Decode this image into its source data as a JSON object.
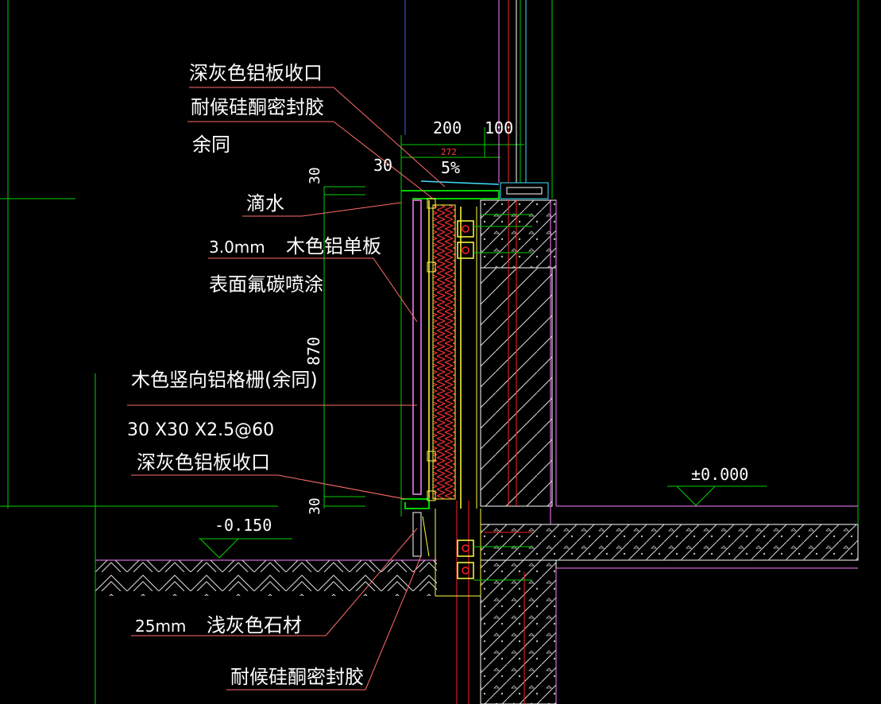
{
  "colors": {
    "background": "#000000",
    "text": "#ffffff",
    "leader": "#ff6b6b",
    "green": "#00d000",
    "magenta": "#ff80ff",
    "red": "#ff2020",
    "yellow": "#ffff40",
    "blue": "#4060ff",
    "cyan": "#40e0ff",
    "hatch": "#e0e0e0"
  },
  "labels": {
    "top_trim": "深灰色铝板收口",
    "sealant_top": "耐候硅酮密封胶",
    "same_elsewhere": "余同",
    "drip": "滴水",
    "panel_thickness": "3.0mm",
    "panel_type": "木色铝单板",
    "panel_finish": "表面氟碳喷涂",
    "grille": "木色竖向铝格栅(余同)",
    "grille_spec": "30  X30  X2.5@60",
    "bottom_trim": "深灰色铝板收口",
    "stone_thickness": "25mm",
    "stone_type": "浅灰色石材",
    "sealant_bottom": "耐候硅酮密封胶"
  },
  "dimensions": {
    "d200": "200",
    "d100": "100",
    "d272": "272",
    "d30_left": "30",
    "slope": "5%",
    "d30_top": "30",
    "d870": "870",
    "d30_bottom": "30"
  },
  "levels": {
    "ground": "-0.150",
    "floor": "±0.000"
  }
}
